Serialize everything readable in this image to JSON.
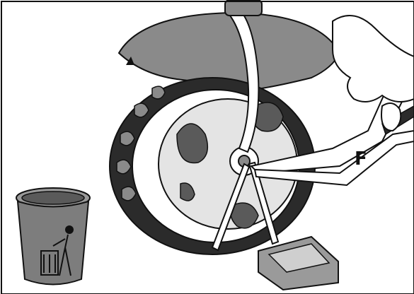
{
  "figure": {
    "step_letter": "F",
    "colors": {
      "outline": "#111111",
      "fender_gray": "#8a8a8a",
      "tire_dark": "#2b2b2b",
      "hub_light": "#e4e4e4",
      "blob_dark": "#5a5a5a",
      "bin_gray": "#7d7d7d",
      "pedal_gray": "#9a9a9a"
    },
    "icons": [
      "wheel-illustration",
      "fender-illustration",
      "pliers-icon",
      "hand-icon",
      "pedal-illustration",
      "trash-bin-icon",
      "recycle-person-icon",
      "arrow-down-icon"
    ]
  }
}
